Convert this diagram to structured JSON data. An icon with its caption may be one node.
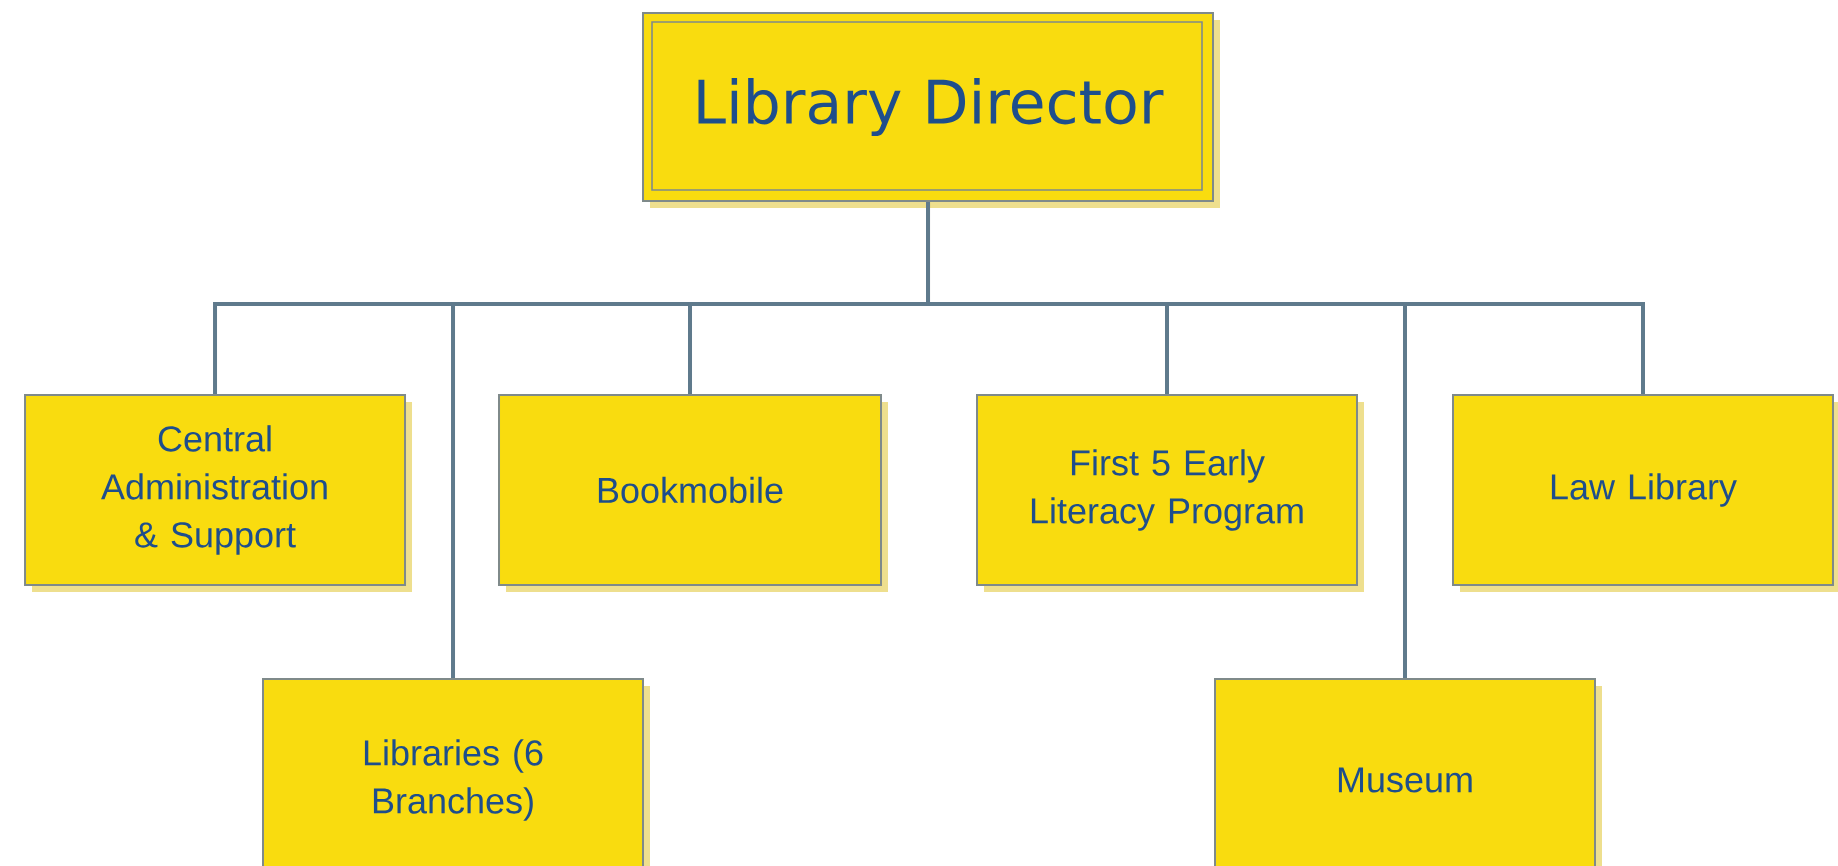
{
  "diagram": {
    "nodes": [
      {
        "text": [
          "Library Director"
        ]
      },
      {
        "text": [
          "Central Administration & Support"
        ]
      },
      {
        "text": [
          "Libraries (6 Branches)"
        ]
      },
      {
        "text": [
          "Bookmobile"
        ]
      },
      {
        "text": [
          "First 5 Early Literacy Program"
        ]
      },
      {
        "text": [
          "Museum"
        ]
      },
      {
        "text": [
          "Law Library"
        ]
      }
    ],
    "edges": [
      {
        "from": 0,
        "to": 1,
        "arrow": "none"
      },
      {
        "from": 0,
        "to": 2,
        "arrow": "none"
      },
      {
        "from": 0,
        "to": 3,
        "arrow": "none"
      },
      {
        "from": 0,
        "to": 4,
        "arrow": "none"
      },
      {
        "from": 0,
        "to": 5,
        "arrow": "none"
      },
      {
        "from": 0,
        "to": 6,
        "arrow": "none"
      }
    ]
  }
}
